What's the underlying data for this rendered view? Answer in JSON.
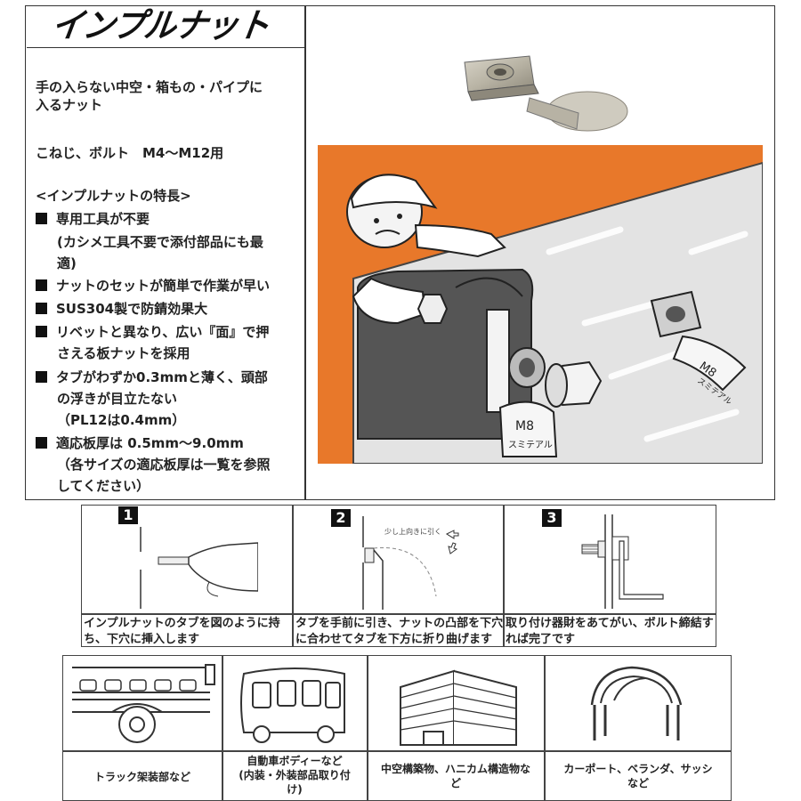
{
  "brand": {
    "title": "インプルナット"
  },
  "description": {
    "line1a": "手の入らない中空・箱もの・パイプに",
    "line1b": "入るナット",
    "line2": "こねじ、ボルト　M4〜M12用",
    "features_heading": "<インプルナットの特長>",
    "features": [
      {
        "lines": [
          "専用工具が不要",
          "(カシメ工具不要で添付部品にも最",
          "適)"
        ]
      },
      {
        "lines": [
          "ナットのセットが簡単で作業が早い"
        ]
      },
      {
        "lines": [
          "SUS304製で防錆効果大"
        ]
      },
      {
        "lines": [
          "リベットと異なり、広い『面』で押",
          "さえる板ナットを採用"
        ]
      },
      {
        "lines": [
          "タブがわずか0.3mmと薄く、頭部",
          "の浮きが目立たない",
          "（PL12は0.4mm）"
        ]
      },
      {
        "lines": [
          "適応板厚は 0.5mm〜9.0mm",
          "（各サイズの適応板厚は一覧を参照",
          "してください）"
        ]
      }
    ]
  },
  "illustration": {
    "bg_color": "#e8782a",
    "nut_labels": [
      "M8",
      "M8"
    ],
    "stamp_text": "スミテアル"
  },
  "steps": [
    {
      "number": "1",
      "text_lines": [
        "インプルナットのタブを図のように持",
        "ち、下穴に挿入します"
      ]
    },
    {
      "number": "2",
      "annotation": "少し上向きに引く",
      "text_lines": [
        "タブを手前に引き、ナットの凸部を下穴",
        "に合わせてタブを下方に折り曲げます"
      ]
    },
    {
      "number": "3",
      "text_lines": [
        "取り付け器財をあてがい、ボルト締結す",
        "れば完了です"
      ]
    }
  ],
  "applications": [
    {
      "icon": "truck-icon",
      "lines": [
        "トラック架装部など"
      ]
    },
    {
      "icon": "bus-icon",
      "lines": [
        "自動車ボディーなど",
        "(内装・外装部品取り付",
        "け)"
      ]
    },
    {
      "icon": "building-icon",
      "lines": [
        "中空構築物、ハニカム構造物な",
        "ど"
      ]
    },
    {
      "icon": "carport-icon",
      "lines": [
        "カーポート、ベランダ、サッシ",
        "など"
      ]
    }
  ]
}
